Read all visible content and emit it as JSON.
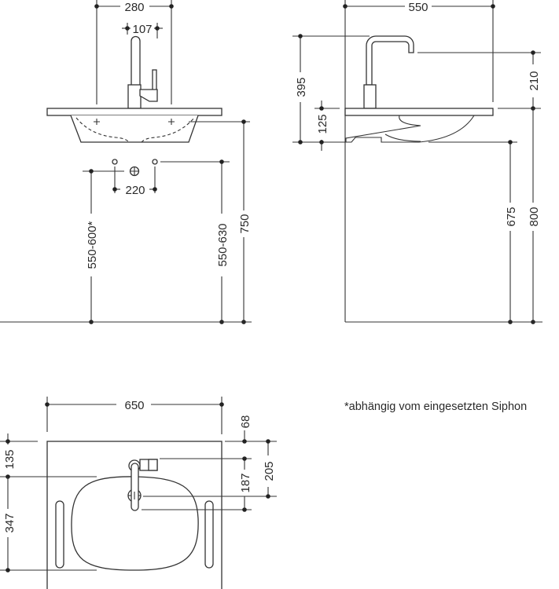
{
  "front_view": {
    "dim_width_outer": "280",
    "dim_width_faucet": "107",
    "dim_hole_spacing": "220",
    "dim_siphon_height": "550-600*",
    "dim_supply_height": "550-630",
    "dim_total_height": "750"
  },
  "side_view": {
    "dim_depth": "550",
    "dim_faucet_height": "395",
    "dim_basin_height": "125",
    "dim_spout_height": "210",
    "dim_underside_height": "675",
    "dim_top_height": "800"
  },
  "top_view": {
    "dim_width": "650",
    "dim_front_to_basin": "135",
    "dim_basin_depth": "347",
    "dim_faucet_offset": "68",
    "dim_spout_reach": "187",
    "dim_drain_offset": "205"
  },
  "footnote": "*abhängig vom eingesetzten Siphon"
}
